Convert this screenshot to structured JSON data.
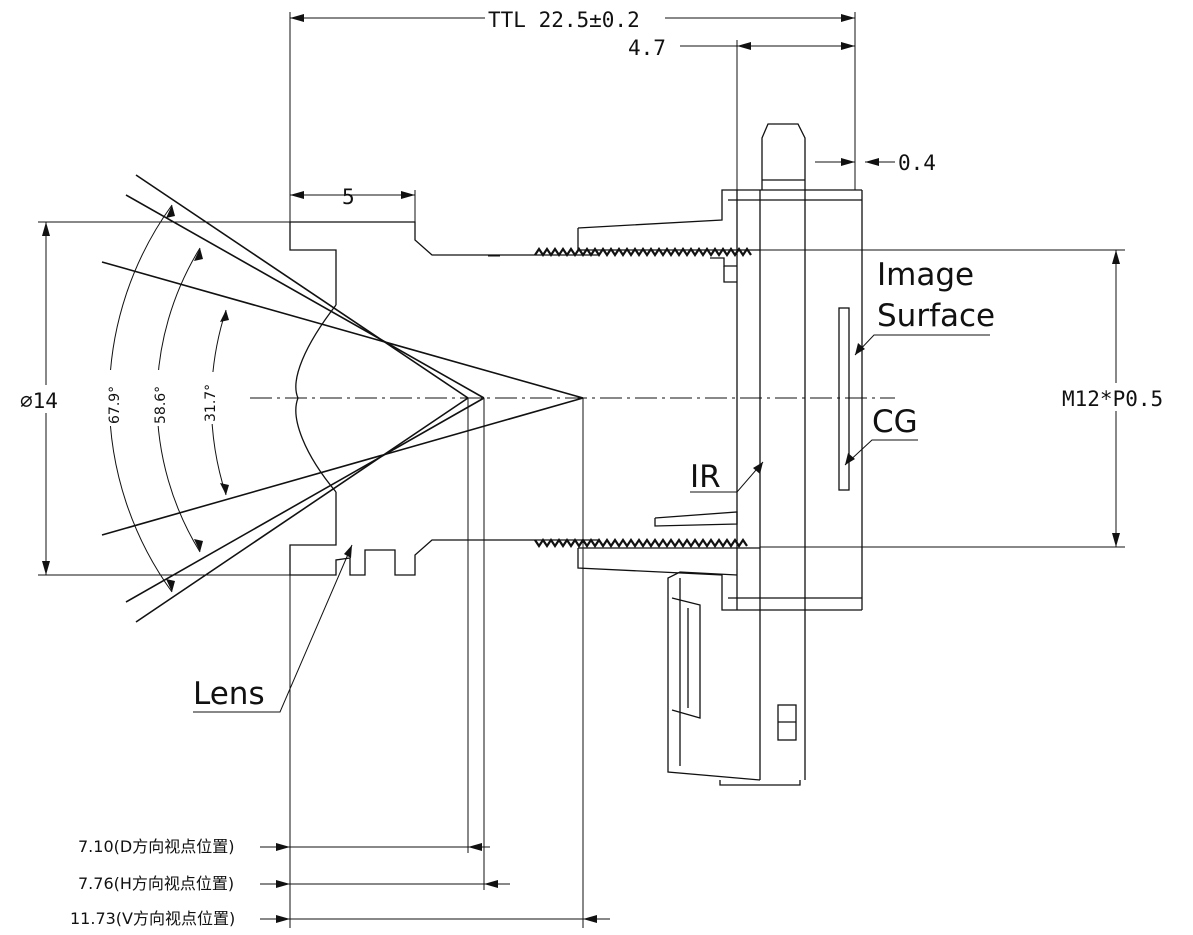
{
  "dimensions": {
    "ttl": "TTL 22.5±0.2",
    "back_length": "4.7",
    "cover_glass_gap": "0.4",
    "front_length": "5",
    "diameter": "∅14",
    "thread": "M12*P0.5"
  },
  "angles": {
    "d": "67.9°",
    "h": "58.6°",
    "v": "31.7°"
  },
  "labels": {
    "image_surface_line1": "Image",
    "image_surface_line2": "Surface",
    "cg": "CG",
    "ir": "IR",
    "lens": "Lens"
  },
  "viewpoints": {
    "d": "7.10(D方向视点位置)",
    "h": "7.76(H方向视点位置)",
    "v": "11.73(V方向视点位置)"
  }
}
